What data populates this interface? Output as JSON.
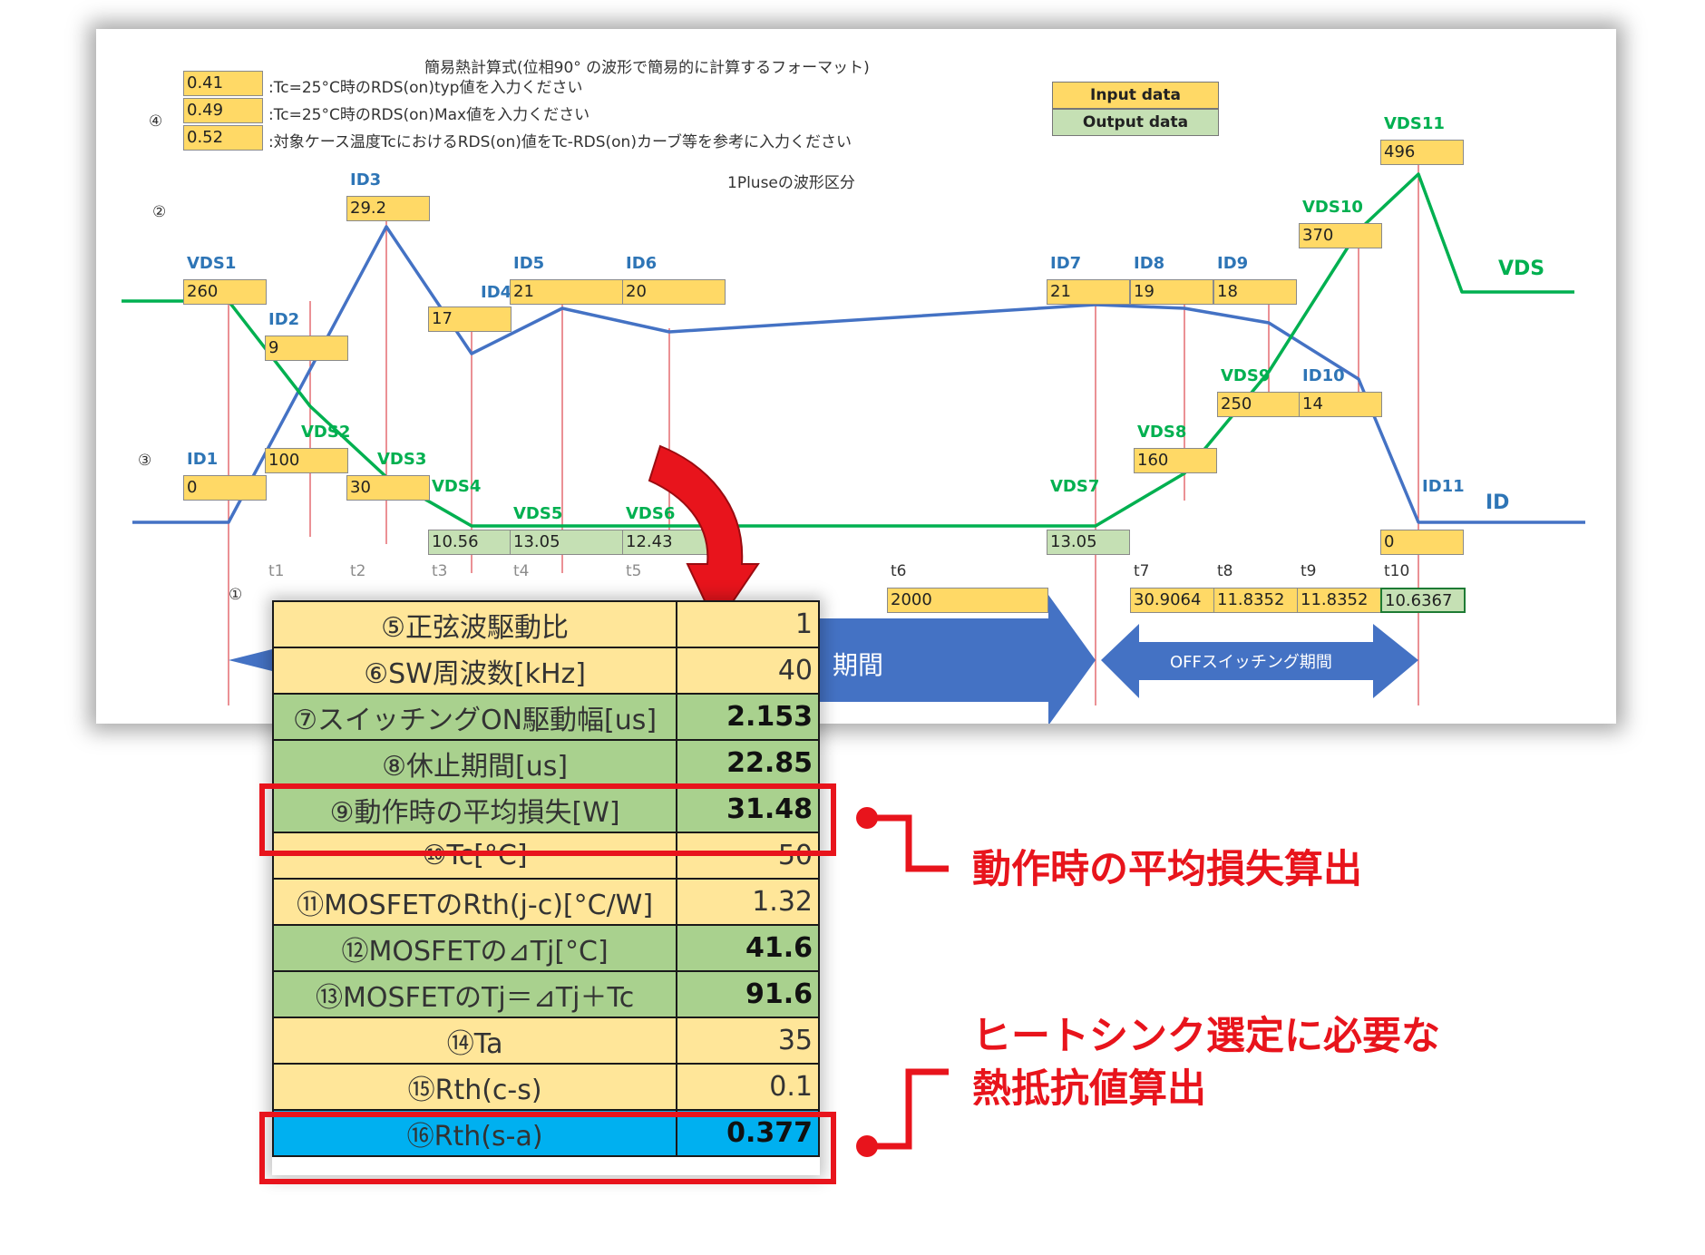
{
  "sheet": {
    "title": "簡易熱計算式(位相90° の波形で簡易的に計算するフォーマット)",
    "subtitle": "1Pluseの波形区分",
    "rds_inputs": [
      {
        "value": "0.41",
        "note": ":Tc=25°C時のRDS(on)typ値を入力ください"
      },
      {
        "value": "0.49",
        "note": ":Tc=25°C時のRDS(on)Max値を入力ください"
      },
      {
        "value": "0.52",
        "note": ":対象ケース温度TcにおけるRDS(on)値をTc-RDS(on)カーブ等を参考に入力ください"
      }
    ],
    "markers": {
      "m1": "①",
      "m2": "②",
      "m3": "③",
      "m4": "④"
    },
    "legend": {
      "input": "Input data",
      "output": "Output data",
      "input_color": "#ffd966",
      "output_color": "#c5e0b4"
    },
    "curve_labels": {
      "vds": "VDS",
      "id": "ID"
    },
    "points": {
      "VDS1": {
        "label": "VDS1",
        "value": "260"
      },
      "ID2": {
        "label": "ID2",
        "value": "9"
      },
      "ID3": {
        "label": "ID3",
        "value": "29.2"
      },
      "ID4": {
        "label": "ID4",
        "value": "17"
      },
      "ID5": {
        "label": "ID5",
        "value": "21"
      },
      "ID6": {
        "label": "ID6",
        "value": "20"
      },
      "ID7": {
        "label": "ID7",
        "value": "21"
      },
      "ID8": {
        "label": "ID8",
        "value": "19"
      },
      "ID9": {
        "label": "ID9",
        "value": "18"
      },
      "VDS10": {
        "label": "VDS10",
        "value": "370"
      },
      "VDS11": {
        "label": "VDS11",
        "value": "496"
      },
      "VDS9": {
        "label": "VDS9",
        "value": "250"
      },
      "ID10": {
        "label": "ID10",
        "value": "14"
      },
      "VDS8": {
        "label": "VDS8",
        "value": "160"
      },
      "VDS2": {
        "label": "VDS2",
        "value": "100"
      },
      "VDS3": {
        "label": "VDS3",
        "value": "30"
      },
      "ID1": {
        "label": "ID1",
        "value": "0"
      },
      "VDS4": {
        "label": "VDS4",
        "value": "10.56"
      },
      "VDS5": {
        "label": "VDS5",
        "value": "13.05"
      },
      "VDS6": {
        "label": "VDS6",
        "value": "12.43"
      },
      "VDS7": {
        "label": "VDS7",
        "value": "13.05"
      },
      "ID11": {
        "label": "ID11",
        "value": "0"
      }
    },
    "time_labels": [
      "t1",
      "t2",
      "t3",
      "t4",
      "t5",
      "t6",
      "t7",
      "t8",
      "t9",
      "t10"
    ],
    "time_values": {
      "t6": "2000",
      "t7": "30.9064",
      "t8": "11.8352",
      "t9": "11.8352",
      "t10": "10.6367"
    },
    "arrows": {
      "on_period": "期間",
      "off_period": "OFFスイッチング期間"
    }
  },
  "results_table": [
    {
      "label": "⑤正弦波駆動比",
      "value": "1",
      "kind": "in"
    },
    {
      "label": "⑥SW周波数[kHz]",
      "value": "40",
      "kind": "in"
    },
    {
      "label": "⑦スイッチングON駆動幅[us]",
      "value": "2.153",
      "kind": "out"
    },
    {
      "label": "⑧休止期間[us]",
      "value": "22.85",
      "kind": "out"
    },
    {
      "label": "⑨動作時の平均損失[W]",
      "value": "31.48",
      "kind": "out"
    },
    {
      "label": "⑩Tc[°C]",
      "value": "50",
      "kind": "in"
    },
    {
      "label": "⑪MOSFETのRth(j-c)[°C/W]",
      "value": "1.32",
      "kind": "in"
    },
    {
      "label": "⑫MOSFETの⊿Tj[°C]",
      "value": "41.6",
      "kind": "out"
    },
    {
      "label": "⑬MOSFETのTj＝⊿Tj＋Tc",
      "value": "91.6",
      "kind": "out"
    },
    {
      "label": "⑭Ta",
      "value": "35",
      "kind": "in"
    },
    {
      "label": "⑮Rth(c-s)",
      "value": "0.1",
      "kind": "in"
    },
    {
      "label": "⑯Rth(s-a)",
      "value": "0.377",
      "kind": "blue"
    }
  ],
  "callouts": {
    "loss": "動作時の平均損失算出",
    "heatsink_line1": "ヒートシンク選定に必要な",
    "heatsink_line2": "熱抵抗値算出"
  },
  "colors": {
    "vds_curve": "#00b050",
    "id_curve": "#4472c4",
    "highlight": "#e8141c",
    "guide": "#e0565c"
  }
}
